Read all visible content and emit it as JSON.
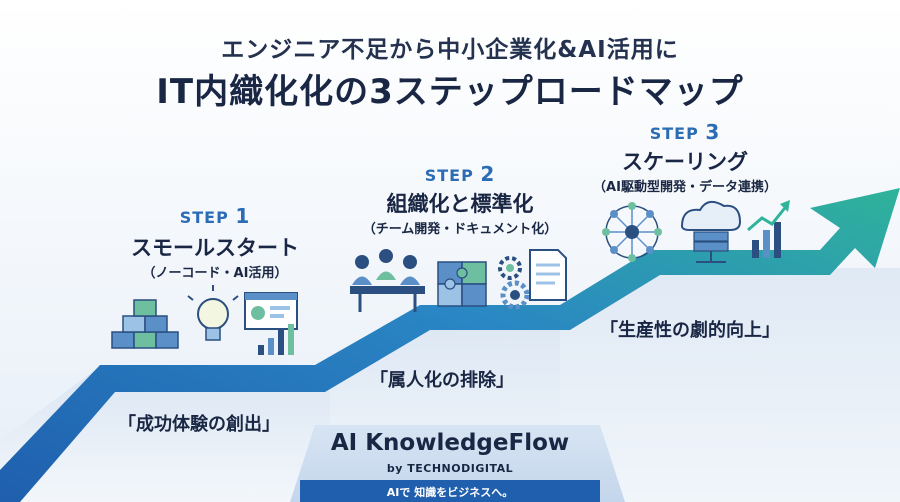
{
  "header": {
    "subtitle": "エンジニア不足から中小企業化&AI活用に",
    "title": "IT内織化化の3ステップロードマップ"
  },
  "steps": [
    {
      "label": "STEP",
      "number": "1",
      "name": "スモールスタート",
      "note": "（ノーコード・AI活用）",
      "outcome": "「成功体験の創出」",
      "icons": [
        "building-blocks-icon",
        "lightbulb-icon",
        "dashboard-chart-icon"
      ]
    },
    {
      "label": "STEP",
      "number": "2",
      "name": "組織化と標準化",
      "note": "（チーム開発・ドキュメント化）",
      "outcome": "「属人化の排除」",
      "icons": [
        "team-meeting-icon",
        "puzzle-icon",
        "gears-icon",
        "document-icon"
      ]
    },
    {
      "label": "STEP",
      "number": "3",
      "name": "スケーリング",
      "note": "（AI駆動型開発・データ連携）",
      "outcome": "「生産性の劇的向上」",
      "icons": [
        "network-icon",
        "cloud-server-icon",
        "growth-chart-icon"
      ]
    }
  ],
  "brand": {
    "name": "AI KnowledgeFlow",
    "by": "by TECHNODIGITAL",
    "tagline": "AIで 知識をビジネスへ。"
  },
  "colors": {
    "arrow_dark": "#1f5fae",
    "arrow_light": "#2fb39a",
    "step_label": "#2b6cb5",
    "text": "#1a2744"
  }
}
